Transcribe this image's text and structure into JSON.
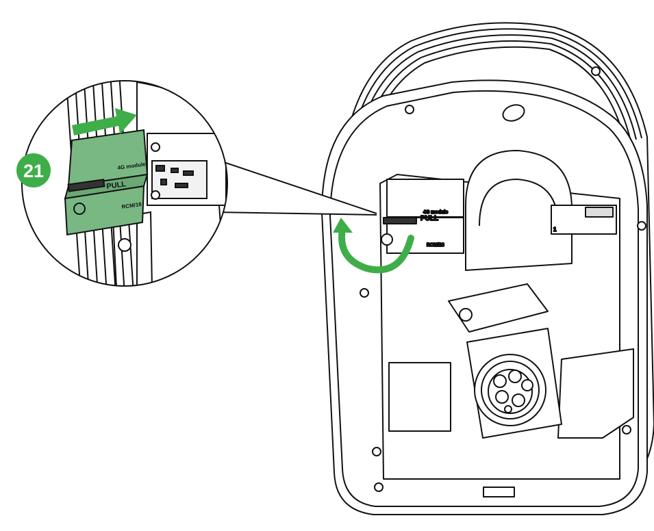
{
  "step": {
    "number": "21"
  },
  "module_labels": {
    "pull": "PULL",
    "module_top": "4G module",
    "module_bottom": "RCM/18"
  },
  "socket_label": "1",
  "colors": {
    "accent_green": "#3fae49",
    "cover_green": "#79b883",
    "line": "#111111"
  },
  "icons": [
    "arrow-right-icon",
    "rotate-arrow-icon",
    "step-badge-icon"
  ]
}
